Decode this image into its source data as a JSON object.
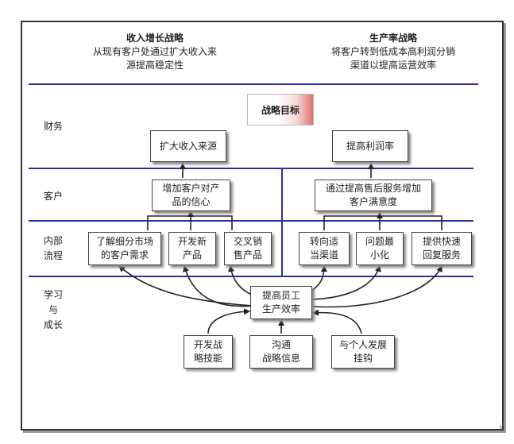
{
  "header": {
    "left": {
      "title": "收入增长战略",
      "lines": [
        "从现有客户处通过扩大收入来",
        "源提高稳定性"
      ]
    },
    "right": {
      "title": "生产率战略",
      "lines": [
        "将客户转到低成本高利润分销",
        "渠道以提高运营效率"
      ]
    }
  },
  "goal": "战略目标",
  "sections": {
    "finance": [
      "财务"
    ],
    "customer": [
      "客户"
    ],
    "process": [
      "内部",
      "流程"
    ],
    "learning": [
      "学习",
      "与",
      "成长"
    ]
  },
  "boxes": {
    "expand_revenue": [
      "扩大收入来源"
    ],
    "improve_profit": [
      "提高利润率"
    ],
    "customer_trust": [
      "增加客户对产",
      "品的信心"
    ],
    "customer_satisfaction": [
      "通过提高售后服务增加",
      "客户满意度"
    ],
    "market_segment": [
      "了解细分市场",
      "的客户需求"
    ],
    "new_products": [
      "开发新",
      "产品"
    ],
    "cross_sell": [
      "交叉销",
      "售产品"
    ],
    "channel": [
      "转向适",
      "当渠道"
    ],
    "minimize_issues": [
      "问题最",
      "小化"
    ],
    "fast_service": [
      "提供快速",
      "回复服务"
    ],
    "productivity": [
      "提高员工",
      "生产效率"
    ],
    "strategy_skills": [
      "开发战",
      "略技能"
    ],
    "strategy_info": [
      "沟通",
      "战略信息"
    ],
    "personal_dev": [
      "与个人发展",
      "挂钩"
    ]
  },
  "corner_mark": "√"
}
